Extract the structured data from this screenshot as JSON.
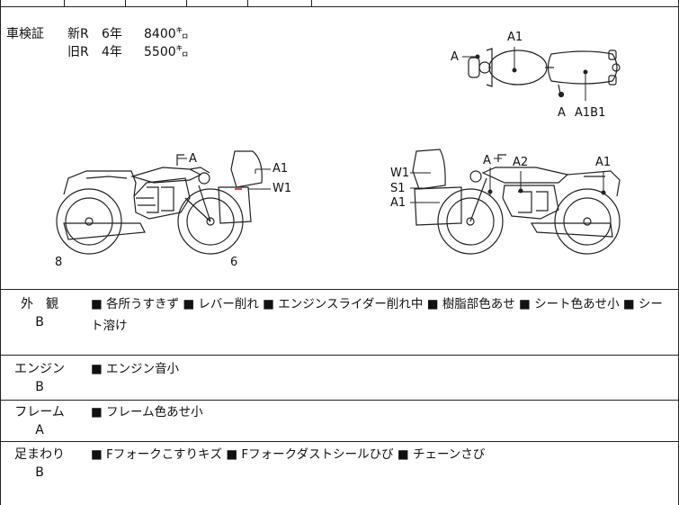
{
  "inspection": {
    "label": "車検証",
    "new_label": "新R",
    "new_years": "6年",
    "new_mileage": "8400㌔",
    "old_label": "旧R",
    "old_years": "4年",
    "old_mileage": "5500㌔"
  },
  "damage_marks": {
    "top_view": [
      "A1",
      "A",
      "A",
      "A1B1"
    ],
    "left_view": [
      "A",
      "A1",
      "W1",
      "8",
      "6"
    ],
    "right_view": [
      "A",
      "A2",
      "A1",
      "W1",
      "S1",
      "A1"
    ]
  },
  "sections": [
    {
      "name": "外　観",
      "grade": "B",
      "notes": "■ 各所うすきず ■ レバー削れ ■ エンジンスライダー削れ中 ■ 樹脂部色あせ ■ シート色あせ小 ■ シート溶け"
    },
    {
      "name": "エンジン",
      "grade": "B",
      "notes": "■ エンジン音小"
    },
    {
      "name": "フレーム",
      "grade": "A",
      "notes": "■ フレーム色あせ小"
    },
    {
      "name": "足まわり",
      "grade": "B",
      "notes": "■ Fフォークこすりキズ ■ Fフォークダストシールひび ■ チェーンさび"
    }
  ]
}
